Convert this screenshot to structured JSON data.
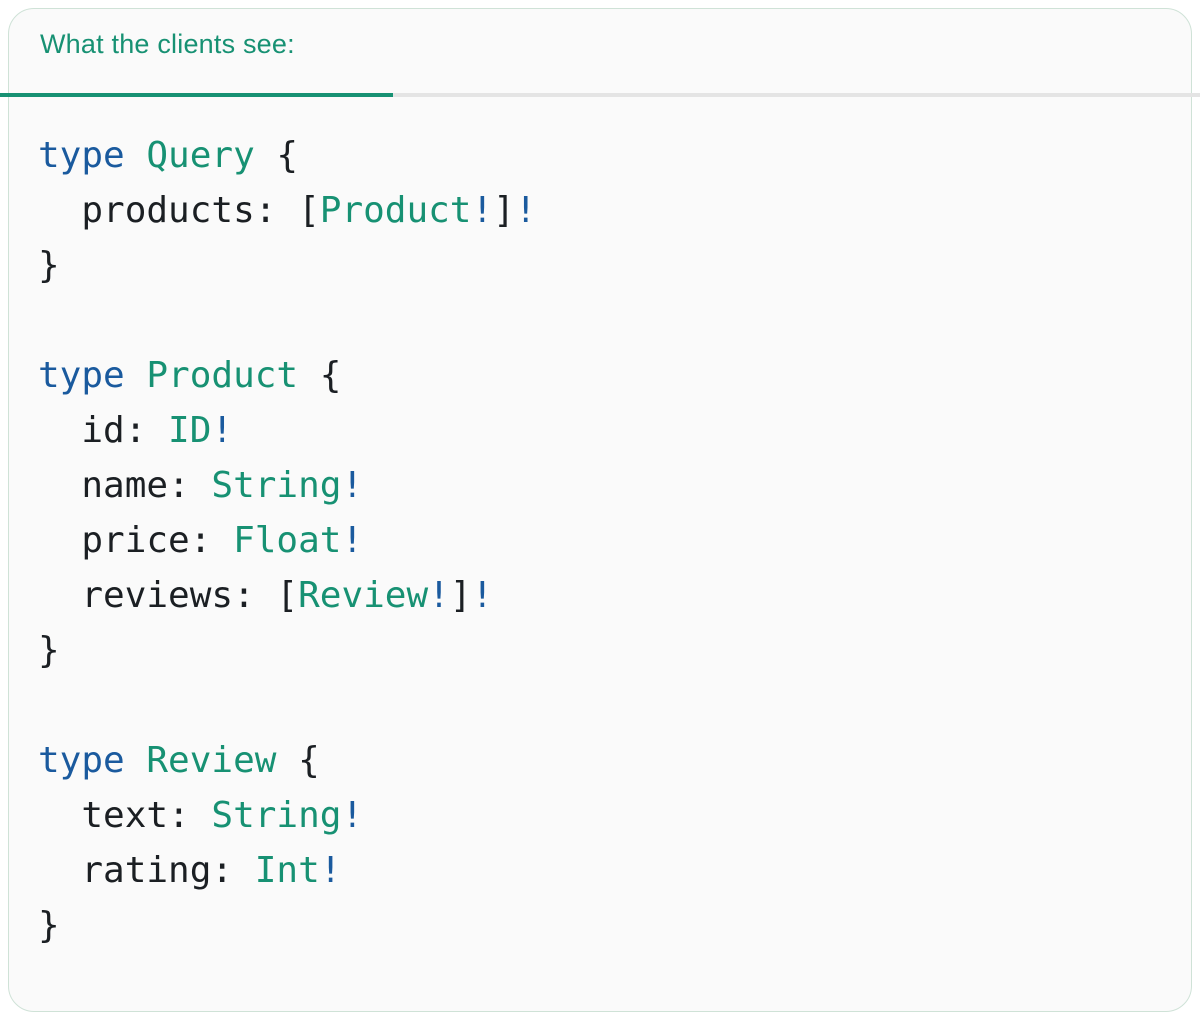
{
  "panel": {
    "tab_label": "What the clients see:"
  },
  "colors": {
    "page_bg": "#ffffff",
    "card_bg": "#fafafa",
    "card_border": "#cfe2d7",
    "accent_teal": "#179173",
    "keyword_blue": "#1a5a9e",
    "code_text": "#1b1f23",
    "tab_line_active": "#179173",
    "tab_line_inactive": "#e4e4e4"
  },
  "code": {
    "language": "graphql-sdl",
    "plain_text": "type Query {\n  products: [Product!]!\n}\n\ntype Product {\n  id: ID!\n  name: String!\n  price: Float!\n  reviews: [Review!]!\n}\n\ntype Review {\n  text: String!\n  rating: Int!\n}",
    "lines": [
      {
        "tokens": [
          {
            "c": "kw",
            "t": "type "
          },
          {
            "c": "ty",
            "t": "Query"
          },
          {
            "c": "pl",
            "t": " {"
          }
        ]
      },
      {
        "tokens": [
          {
            "c": "pl",
            "t": "  products: ["
          },
          {
            "c": "ty",
            "t": "Product"
          },
          {
            "c": "bang",
            "t": "!"
          },
          {
            "c": "pl",
            "t": "]"
          },
          {
            "c": "bang",
            "t": "!"
          }
        ]
      },
      {
        "tokens": [
          {
            "c": "pl",
            "t": "}"
          }
        ]
      },
      {
        "tokens": []
      },
      {
        "tokens": [
          {
            "c": "kw",
            "t": "type "
          },
          {
            "c": "ty",
            "t": "Product"
          },
          {
            "c": "pl",
            "t": " {"
          }
        ]
      },
      {
        "tokens": [
          {
            "c": "pl",
            "t": "  id: "
          },
          {
            "c": "ty",
            "t": "ID"
          },
          {
            "c": "bang",
            "t": "!"
          }
        ]
      },
      {
        "tokens": [
          {
            "c": "pl",
            "t": "  name: "
          },
          {
            "c": "ty",
            "t": "String"
          },
          {
            "c": "bang",
            "t": "!"
          }
        ]
      },
      {
        "tokens": [
          {
            "c": "pl",
            "t": "  price: "
          },
          {
            "c": "ty",
            "t": "Float"
          },
          {
            "c": "bang",
            "t": "!"
          }
        ]
      },
      {
        "tokens": [
          {
            "c": "pl",
            "t": "  reviews: ["
          },
          {
            "c": "ty",
            "t": "Review"
          },
          {
            "c": "bang",
            "t": "!"
          },
          {
            "c": "pl",
            "t": "]"
          },
          {
            "c": "bang",
            "t": "!"
          }
        ]
      },
      {
        "tokens": [
          {
            "c": "pl",
            "t": "}"
          }
        ]
      },
      {
        "tokens": []
      },
      {
        "tokens": [
          {
            "c": "kw",
            "t": "type "
          },
          {
            "c": "ty",
            "t": "Review"
          },
          {
            "c": "pl",
            "t": " {"
          }
        ]
      },
      {
        "tokens": [
          {
            "c": "pl",
            "t": "  text: "
          },
          {
            "c": "ty",
            "t": "String"
          },
          {
            "c": "bang",
            "t": "!"
          }
        ]
      },
      {
        "tokens": [
          {
            "c": "pl",
            "t": "  rating: "
          },
          {
            "c": "ty",
            "t": "Int"
          },
          {
            "c": "bang",
            "t": "!"
          }
        ]
      },
      {
        "tokens": [
          {
            "c": "pl",
            "t": "}"
          }
        ]
      }
    ]
  }
}
